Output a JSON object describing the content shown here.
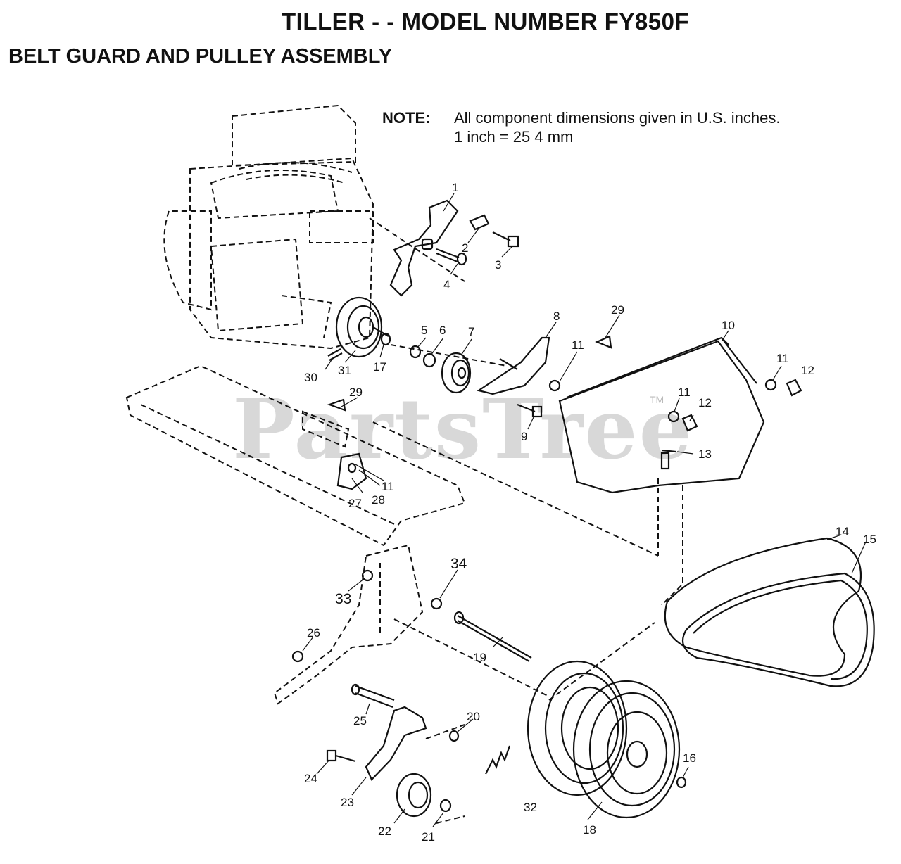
{
  "header": {
    "title": "TILLER - - MODEL NUMBER FY850F",
    "subtitle": "BELT GUARD AND PULLEY ASSEMBLY"
  },
  "note": {
    "label": "NOTE:",
    "line1": "All component dimensions given in U.S. inches.",
    "line2": "1 inch = 25 4 mm"
  },
  "watermark": {
    "text": "PartsTree",
    "tm": "TM"
  },
  "callouts": [
    {
      "id": "c1",
      "label": "1"
    },
    {
      "id": "c2",
      "label": "2"
    },
    {
      "id": "c3",
      "label": "3"
    },
    {
      "id": "c4",
      "label": "4"
    },
    {
      "id": "c5",
      "label": "5"
    },
    {
      "id": "c6",
      "label": "6"
    },
    {
      "id": "c7",
      "label": "7"
    },
    {
      "id": "c8",
      "label": "8"
    },
    {
      "id": "c9",
      "label": "9"
    },
    {
      "id": "c10",
      "label": "10"
    },
    {
      "id": "c11a",
      "label": "11"
    },
    {
      "id": "c11b",
      "label": "11"
    },
    {
      "id": "c11c",
      "label": "11"
    },
    {
      "id": "c11d",
      "label": "11"
    },
    {
      "id": "c12a",
      "label": "12"
    },
    {
      "id": "c12b",
      "label": "12"
    },
    {
      "id": "c13",
      "label": "13"
    },
    {
      "id": "c14",
      "label": "14"
    },
    {
      "id": "c15",
      "label": "15"
    },
    {
      "id": "c16",
      "label": "16"
    },
    {
      "id": "c17",
      "label": "17"
    },
    {
      "id": "c18",
      "label": "18"
    },
    {
      "id": "c19",
      "label": "19"
    },
    {
      "id": "c20",
      "label": "20"
    },
    {
      "id": "c21",
      "label": "21"
    },
    {
      "id": "c22",
      "label": "22"
    },
    {
      "id": "c23",
      "label": "23"
    },
    {
      "id": "c24",
      "label": "24"
    },
    {
      "id": "c25",
      "label": "25"
    },
    {
      "id": "c26",
      "label": "26"
    },
    {
      "id": "c27",
      "label": "27"
    },
    {
      "id": "c28",
      "label": "28"
    },
    {
      "id": "c29a",
      "label": "29"
    },
    {
      "id": "c29b",
      "label": "29"
    },
    {
      "id": "c30",
      "label": "30"
    },
    {
      "id": "c31",
      "label": "31"
    },
    {
      "id": "c32",
      "label": "32"
    },
    {
      "id": "c33",
      "label": "33"
    },
    {
      "id": "c34",
      "label": "34"
    }
  ]
}
